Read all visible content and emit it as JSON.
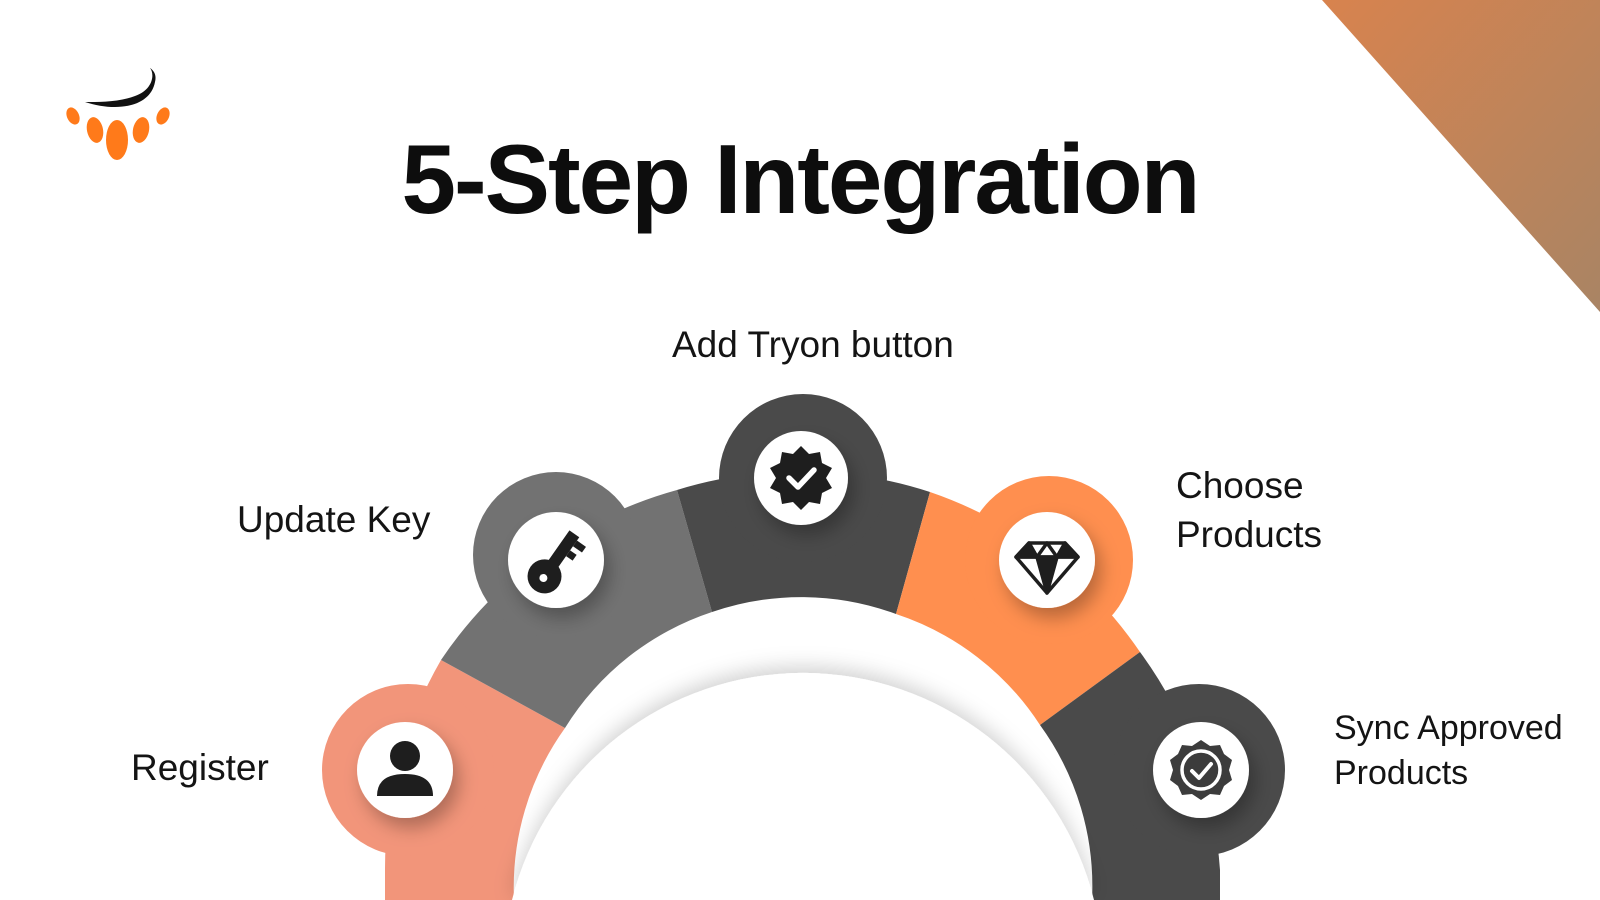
{
  "slide": {
    "title": "5-Step Integration",
    "accent_color": "#ff8f4f",
    "accent_light": "#f2957a",
    "dark_gray": "#4a4a4a",
    "mid_gray": "#727272",
    "corner_gradient": [
      "#d8834e",
      "#a98464"
    ]
  },
  "steps": [
    {
      "label": "Register",
      "lines": [
        "Register"
      ],
      "icon": "user-icon",
      "color": "#f2957a"
    },
    {
      "label": "Update Key",
      "lines": [
        "Update Key"
      ],
      "icon": "key-icon",
      "color": "#727272"
    },
    {
      "label": "Add Tryon button",
      "lines": [
        "Add Tryon button"
      ],
      "icon": "verified-badge-icon",
      "color": "#4a4a4a"
    },
    {
      "label": "Choose Products",
      "lines": [
        "Choose",
        "Products"
      ],
      "icon": "diamond-icon",
      "color": "#ff8f4f"
    },
    {
      "label": "Sync Approved Products",
      "lines": [
        "Sync Approved",
        "Products"
      ],
      "icon": "check-badge-icon",
      "color": "#4a4a4a"
    }
  ]
}
